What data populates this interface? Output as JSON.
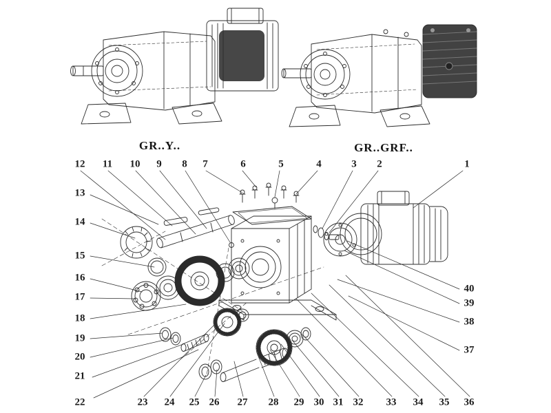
{
  "variants": {
    "left_label": "GR..Y..",
    "right_label": "GR..GRF.."
  },
  "callouts": {
    "n1": "1",
    "n2": "2",
    "n3": "3",
    "n4": "4",
    "n5": "5",
    "n6": "6",
    "n7": "7",
    "n8": "8",
    "n9": "9",
    "n10": "10",
    "n11": "11",
    "n12": "12",
    "n13": "13",
    "n14": "14",
    "n15": "15",
    "n16": "16",
    "n17": "17",
    "n18": "18",
    "n19": "19",
    "n20": "20",
    "n21": "21",
    "n22": "22",
    "n23": "23",
    "n24": "24",
    "n25": "25",
    "n26": "26",
    "n27": "27",
    "n28": "28",
    "n29": "29",
    "n30": "30",
    "n31": "31",
    "n32": "32",
    "n33": "33",
    "n34": "34",
    "n35": "35",
    "n36": "36",
    "n37": "37",
    "n38": "38",
    "n39": "39",
    "n40": "40"
  },
  "colors": {
    "line": "#2b2b2b",
    "dark_fill": "#474747",
    "background": "#ffffff"
  }
}
